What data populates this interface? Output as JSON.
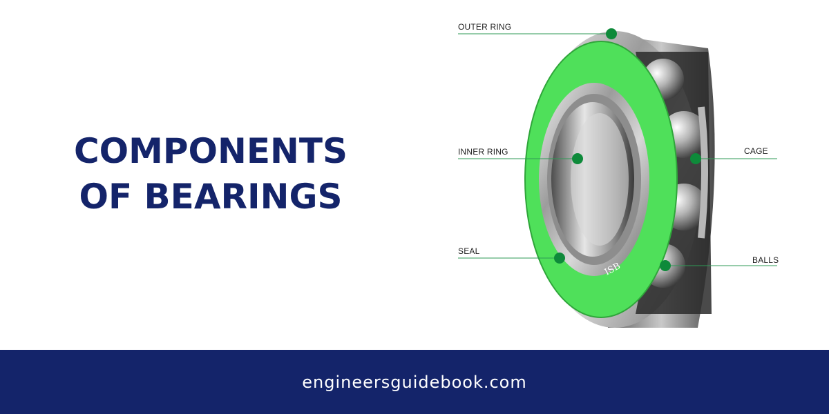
{
  "title": {
    "line1": "COMPONENTS",
    "line2": "OF BEARINGS"
  },
  "diagram": {
    "labels": {
      "outer_ring": "OUTER RING",
      "inner_ring": "INNER RING",
      "seal": "SEAL",
      "cage": "CAGE",
      "balls": "BALLS"
    },
    "seal_marking": "ISB",
    "colors": {
      "seal_green": "#4fe05a",
      "marker_green": "#0e8a3a",
      "leader_line": "#2e9a55"
    }
  },
  "footer": {
    "website": "engineersguidebook.com"
  },
  "colors": {
    "title": "#14246a",
    "footer_bg": "#14246a"
  }
}
